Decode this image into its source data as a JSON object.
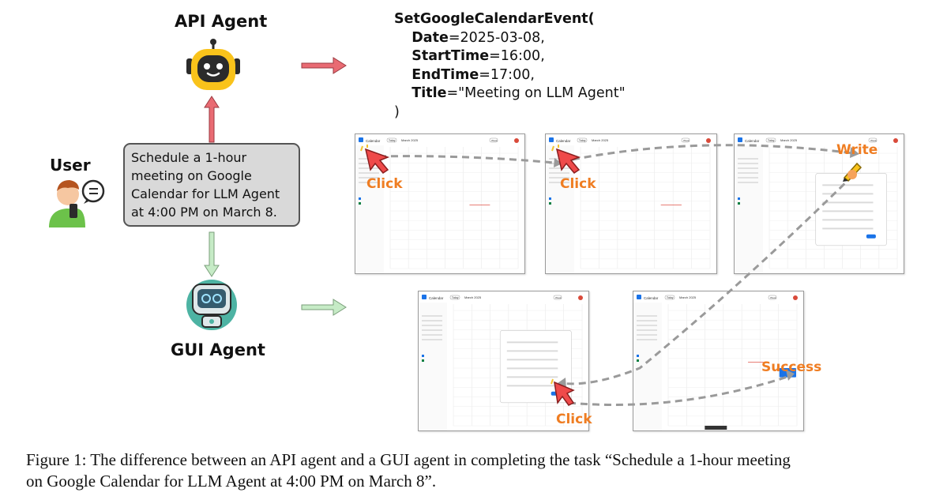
{
  "api_agent": {
    "title": "API Agent",
    "icon": "robot-head-icon"
  },
  "gui_agent": {
    "title": "GUI Agent",
    "icon": "robot-monitor-icon"
  },
  "user": {
    "title": "User",
    "icon": "user-phone-icon"
  },
  "task": {
    "lines": [
      "Schedule a 1-hour",
      "meeting on Google",
      "Calendar for LLM Agent",
      "at 4:00 PM on March 8."
    ]
  },
  "api_call": {
    "function": "SetGoogleCalendarEvent(",
    "params": [
      {
        "name": "Date",
        "value": "=2025-03-08,"
      },
      {
        "name": "StartTime",
        "value": "=16:00,"
      },
      {
        "name": "EndTime",
        "value": "=17:00,"
      },
      {
        "name": "Title",
        "value": "=\"Meeting on LLM Agent\""
      }
    ],
    "close": ")"
  },
  "steps": {
    "click1": "Click",
    "click2": "Click",
    "write": "Write",
    "click3": "Click",
    "success": "Success"
  },
  "screens": {
    "app_name": "Calendar",
    "month": "March 2025",
    "today": "Today",
    "view": "Week"
  },
  "caption": {
    "line1": "Figure 1: The difference between an API agent and a GUI agent in completing the task “Schedule a 1-hour meeting",
    "line2": "on Google Calendar for LLM Agent at 4:00 PM on March 8”."
  },
  "colors": {
    "arrow_red": "#e96b73",
    "arrow_green": "#8ed08e",
    "label_orange": "#ef7d22",
    "robot_yellow": "#f9c31b",
    "robot_teal": "#4db3a3",
    "calendar_blue": "#1a73e8"
  }
}
